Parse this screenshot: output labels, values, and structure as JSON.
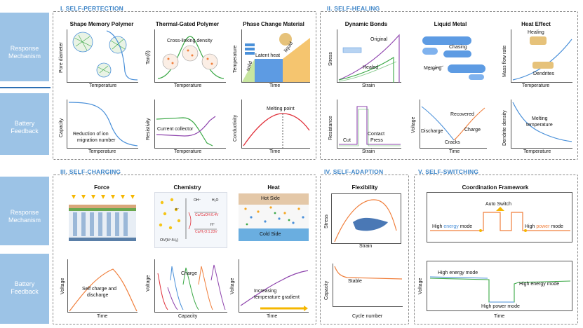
{
  "rows": {
    "response": "Response Mechanism",
    "feedback": "Battery Feedback"
  },
  "sections": {
    "s1": "I. SELF-PERTECTION",
    "s2": "II. SELF-HEALING",
    "s3": "III. SELF-CHARGING",
    "s4": "IV. SELF-ADAPTION",
    "s5": "V. SELF-SWITCHING"
  },
  "panels": {
    "smp": {
      "title": "Shape Memory Polymer",
      "x": "Temperature",
      "y": "Pore diameter"
    },
    "tgp": {
      "title": "Thermal-Gated Polymer",
      "x": "Temperature",
      "y": "Tan(δ)",
      "note": "Cross-linking density"
    },
    "pcm": {
      "title": "Phase Change Material",
      "x": "Time",
      "y": "Temperature",
      "solid": "solid",
      "latent": "Latent heat",
      "liquid": "liquid"
    },
    "cap1": {
      "x": "Temperature",
      "y": "Capacity",
      "note1": "Reduction of ion",
      "note2": "migration number"
    },
    "res1": {
      "x": "Temperature",
      "y": "Resistivity",
      "note": "Current collector"
    },
    "cond": {
      "x": "Time",
      "y": "Conductivity",
      "note": "Melting point"
    },
    "db": {
      "title": "Dynamic Bonds",
      "x": "Strain",
      "y": "Stress",
      "orig": "Original",
      "healed": "Healed"
    },
    "lm": {
      "title": "Liquid Metal",
      "chasing": "Chasing",
      "merging": "Merging"
    },
    "he": {
      "title": "Heat Effect",
      "x": "Temperature",
      "y": "Mass flow rate",
      "healing": "Healing",
      "dendrites": "Dendrites"
    },
    "resist2": {
      "x": "Strain",
      "y": "Resistance",
      "cut": "Cut",
      "contact": "Contact",
      "press": "Press"
    },
    "volt2": {
      "x": "Time",
      "y": "Voltage",
      "discharge": "Discharge",
      "cracks": "Cracks",
      "recovered": "Recovered",
      "charge": "Charge"
    },
    "dend": {
      "x": "Temperature",
      "y": "Dendrite density",
      "note1": "Melting",
      "note2": "temperature"
    },
    "force": {
      "title": "Force"
    },
    "chem": {
      "title": "Chemistry",
      "oh": "OH⁻",
      "h2o": "H₂O",
      "r1": "Cu/CuOH:0.4V",
      "r2": "Cu/H₂O:1.23V",
      "ov": "OV(H⁺/H₂)",
      "e": "e⁻",
      "h": "H⁺"
    },
    "heat": {
      "title": "Heat",
      "hot": "Hot Side",
      "cold": "Cold Side"
    },
    "v3a": {
      "x": "Time",
      "y": "Voltage",
      "note1": "Self charge and",
      "note2": "discharge"
    },
    "v3b": {
      "x": "Capacity",
      "y": "Voltage",
      "note": "Charge"
    },
    "v3c": {
      "x": "Time",
      "y": "Voltage",
      "note1": "Increasing",
      "note2": "temperature gradient"
    },
    "flex": {
      "title": "Flexibility",
      "x": "Strain",
      "y": "Stress"
    },
    "cyc": {
      "x": "Cycle number",
      "y": "Capacity",
      "note": "Stable"
    },
    "coord": {
      "title": "Coordination Framework",
      "auto": "Auto Switch",
      "hem_a": "High ",
      "hem_b": "energy",
      "hem_c": " mode",
      "hpm_a": "High ",
      "hpm_b": "power",
      "hpm_c": " mode"
    },
    "sw": {
      "x": "Time",
      "y": "Voltage",
      "he1": "High energy mode",
      "he2": "High energy mode",
      "hp": "High power mode"
    }
  },
  "colors": {
    "band": "#9cc3e6",
    "title": "#3f86c8",
    "blue": "#4a90d9",
    "orange": "#f07f3c",
    "green": "#3aa845",
    "purple": "#8e44ad",
    "red": "#e0303a"
  }
}
